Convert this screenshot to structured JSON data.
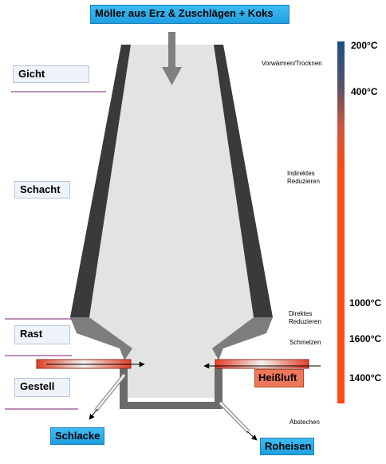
{
  "feed": {
    "label": "Möller aus Erz & Zuschlägen + Koks"
  },
  "zones": {
    "gicht": "Gicht",
    "schacht": "Schacht",
    "rast": "Rast",
    "gestell": "Gestell"
  },
  "processes": {
    "vorwaermen": "Vorwärmen/Trocknen",
    "indirekt_line1": "Indirektes",
    "indirekt_line2": "Reduzieren",
    "direkt_line1": "Direktes",
    "direkt_line2": "Reduzieren",
    "schmelzen": "Schmelzen",
    "abstechen": "Abstechen"
  },
  "temperatures": {
    "t200": "200°C",
    "t400": "400°C",
    "t1000": "1000°C",
    "t1600": "1600°C",
    "t1400": "1400°C"
  },
  "outputs": {
    "heissluft": "Heißluft",
    "schlacke": "Schlacke",
    "roheisen": "Roheisen"
  },
  "colors": {
    "furnace_wall": "#3a3a3a",
    "furnace_interior": "#e3e3e3",
    "temperature_cold": "#1d4f86",
    "temperature_hot": "#ff4a14",
    "zone_divider": "#7a1f6e",
    "output_box": "#29aae8",
    "hot_air_box": "#f0785a"
  }
}
